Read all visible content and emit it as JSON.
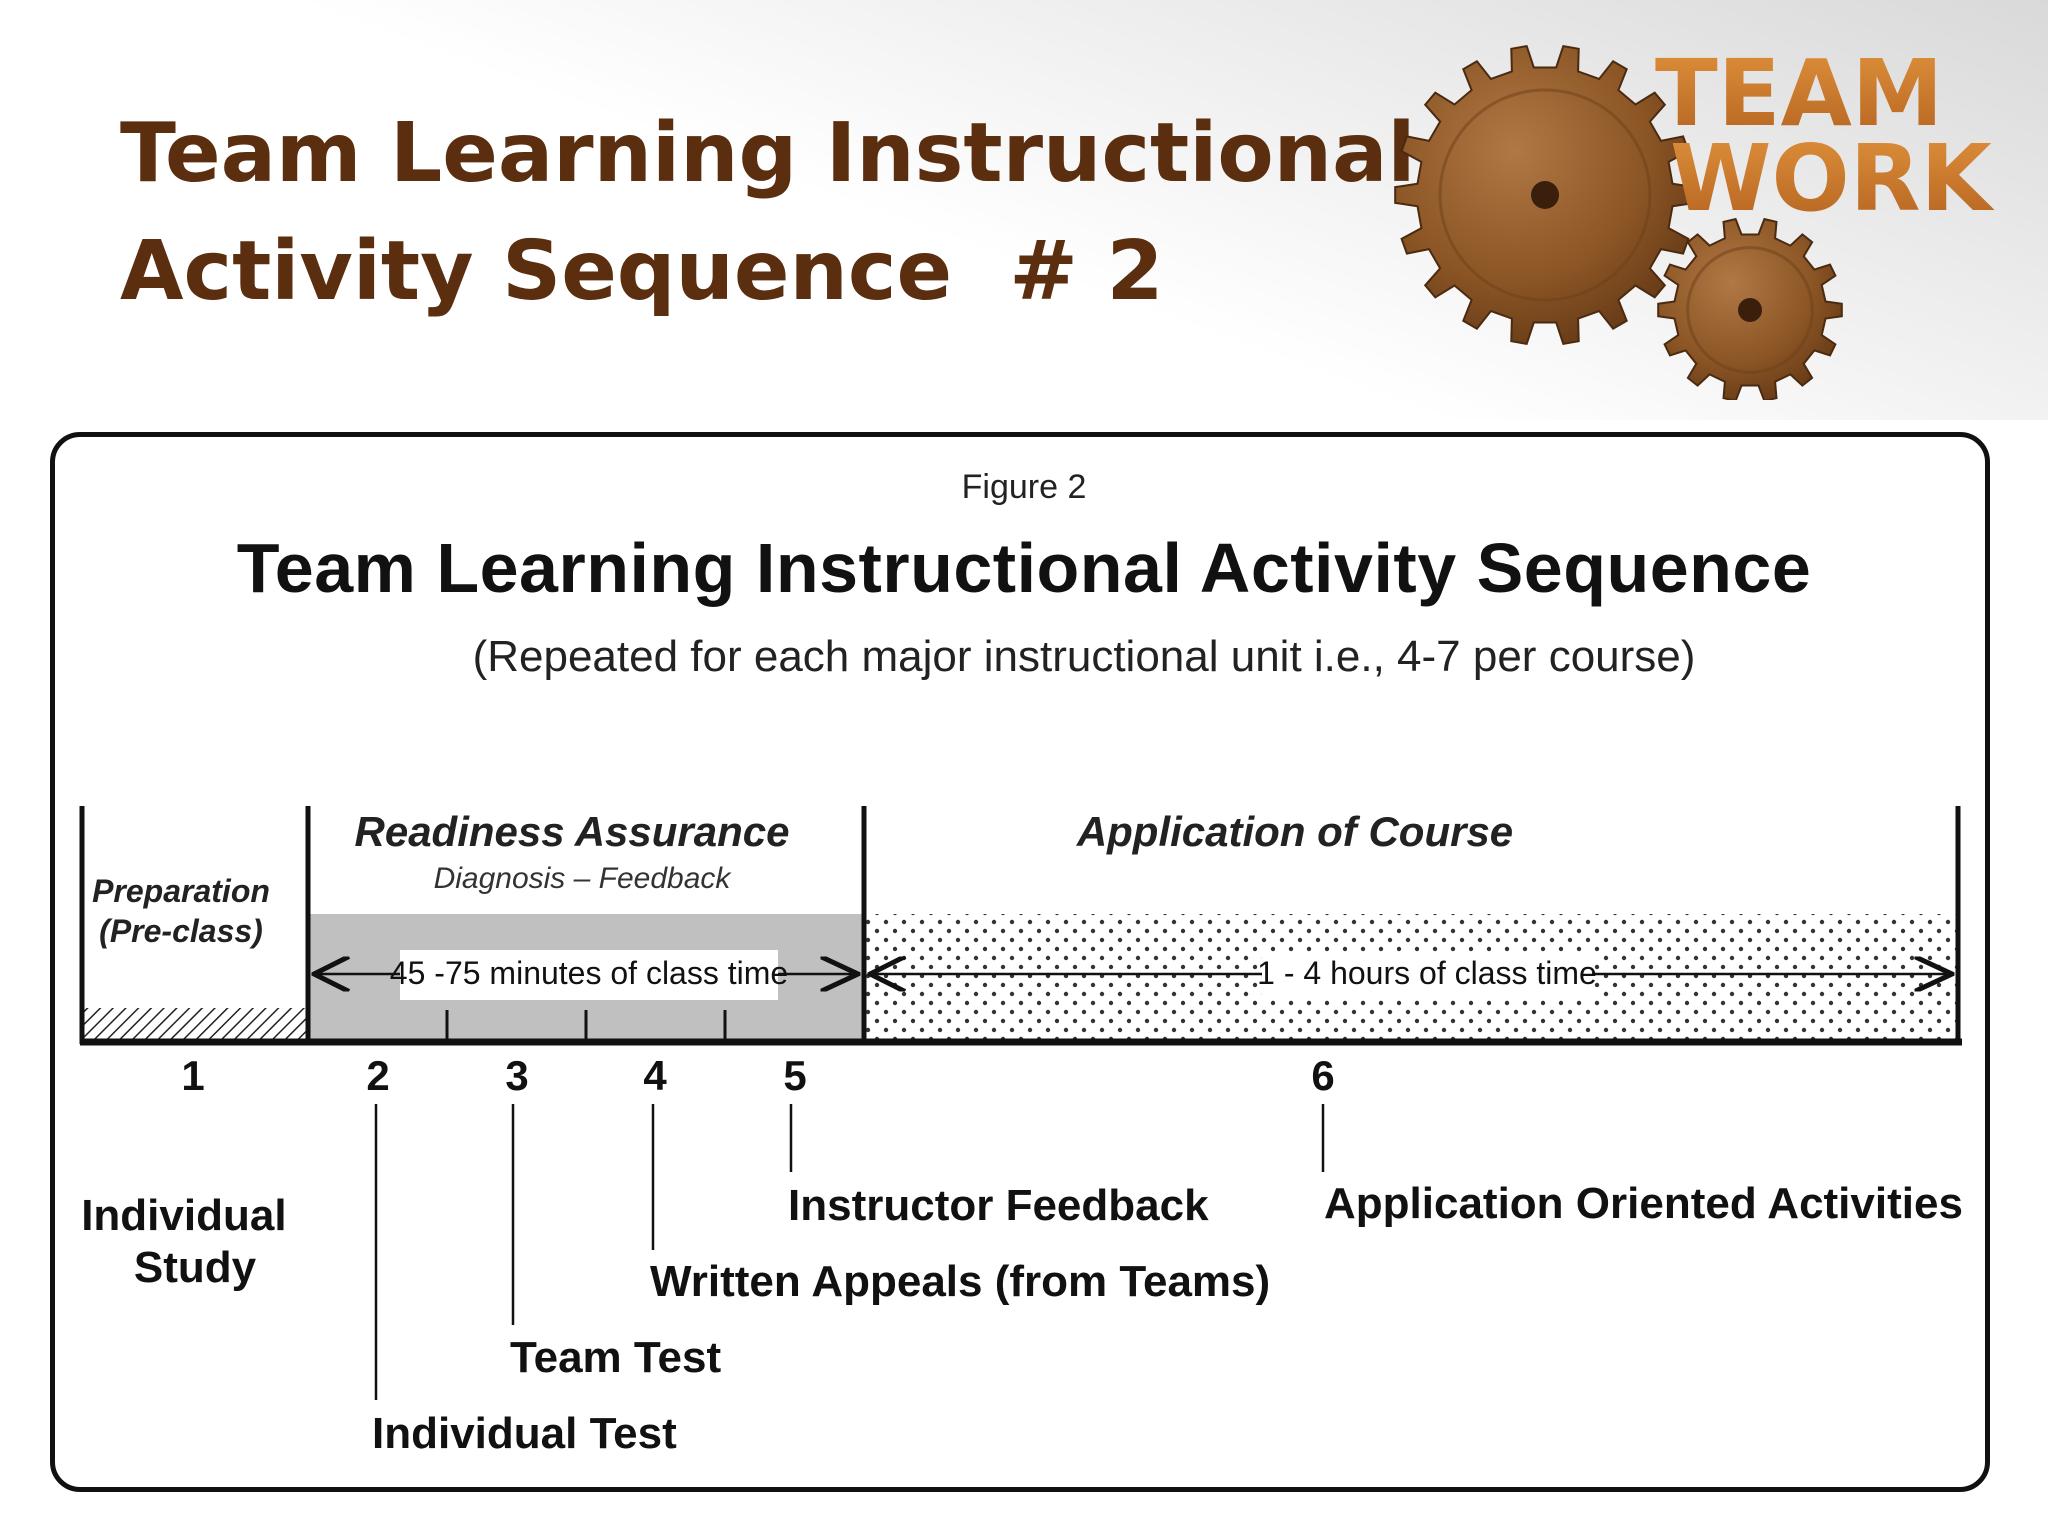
{
  "slide": {
    "title_line1": "Team Learning Instructional",
    "title_line2": "Activity Sequence  # 2",
    "title_color": "#5a2e0e"
  },
  "logo": {
    "icon": "gears-icon",
    "word1": "TEAM",
    "word2": "WORK",
    "text_color": "#c8742a",
    "gear_color": "#8a5424"
  },
  "figure": {
    "label": "Figure 2",
    "title": "Team Learning Instructional Activity Sequence",
    "subtitle": "(Repeated for each major instructional unit i.e., 4-7 per course)",
    "phases": {
      "preparation_line1": "Preparation",
      "preparation_line2": "(Pre-class)",
      "readiness_title": "Readiness Assurance",
      "readiness_sub": "Diagnosis – Feedback",
      "readiness_duration": "45 -75 minutes of class time",
      "application_title": "Application of Course",
      "application_duration": "1 - 4 hours of class time"
    },
    "steps": [
      {
        "number": "1",
        "label": "Individual\nStudy"
      },
      {
        "number": "2",
        "label": "Individual Test"
      },
      {
        "number": "3",
        "label": "Team Test"
      },
      {
        "number": "4",
        "label": "Written Appeals (from Teams)"
      },
      {
        "number": "5",
        "label": "Instructor Feedback"
      },
      {
        "number": "6",
        "label": "Application Oriented  Activities"
      }
    ]
  }
}
